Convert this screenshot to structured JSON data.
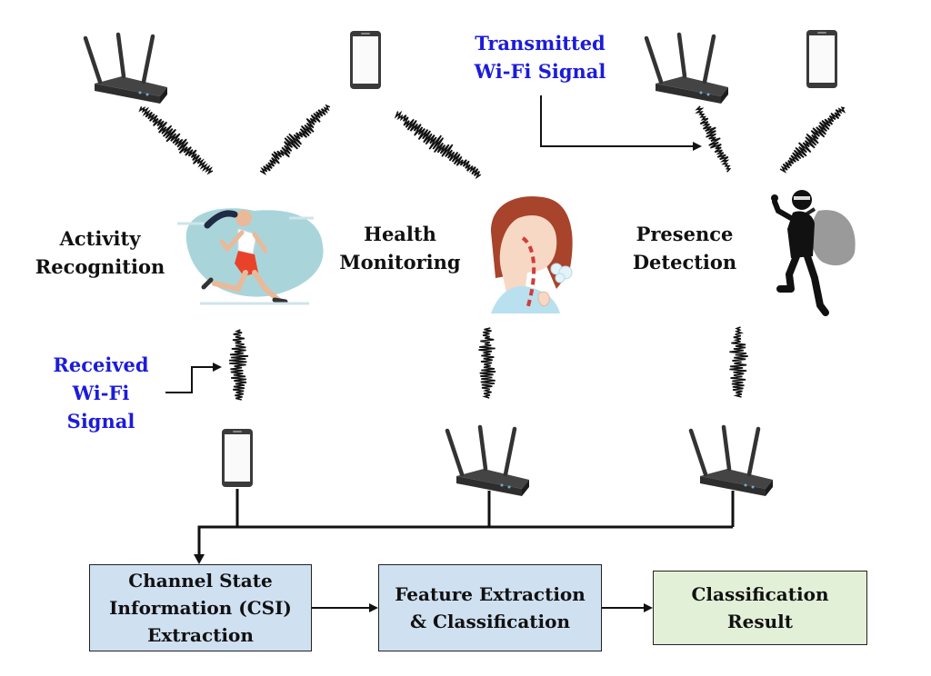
{
  "labels": {
    "transmitted": [
      "Transmitted",
      "Wi-Fi Signal"
    ],
    "received": [
      "Received",
      "Wi-Fi",
      "Signal"
    ],
    "activity": [
      "Activity",
      "Recognition"
    ],
    "health": [
      "Health",
      "Monitoring"
    ],
    "presence": [
      "Presence",
      "Detection"
    ]
  },
  "boxes": {
    "csi": [
      "Channel State",
      "Information (CSI)",
      "Extraction"
    ],
    "feature": [
      "Feature Extraction",
      "& Classification"
    ],
    "result": [
      "Classification",
      "Result"
    ]
  },
  "colors": {
    "label_blue": "#1c1cd9",
    "process_box": "#cfe0f1",
    "result_box": "#e3f0d8",
    "running_shorts": "#e8432a",
    "patient_hair": "#a8432c",
    "airway": "#d43a3a",
    "ink": "#111111"
  },
  "icons": {
    "transmitters": [
      "router-icon",
      "smartphone-icon",
      "router-icon",
      "smartphone-icon"
    ],
    "receivers": [
      "smartphone-icon",
      "router-icon",
      "router-icon"
    ],
    "scenes": [
      "runner-illustration",
      "breathing-patient-illustration",
      "burglar-illustration"
    ]
  }
}
